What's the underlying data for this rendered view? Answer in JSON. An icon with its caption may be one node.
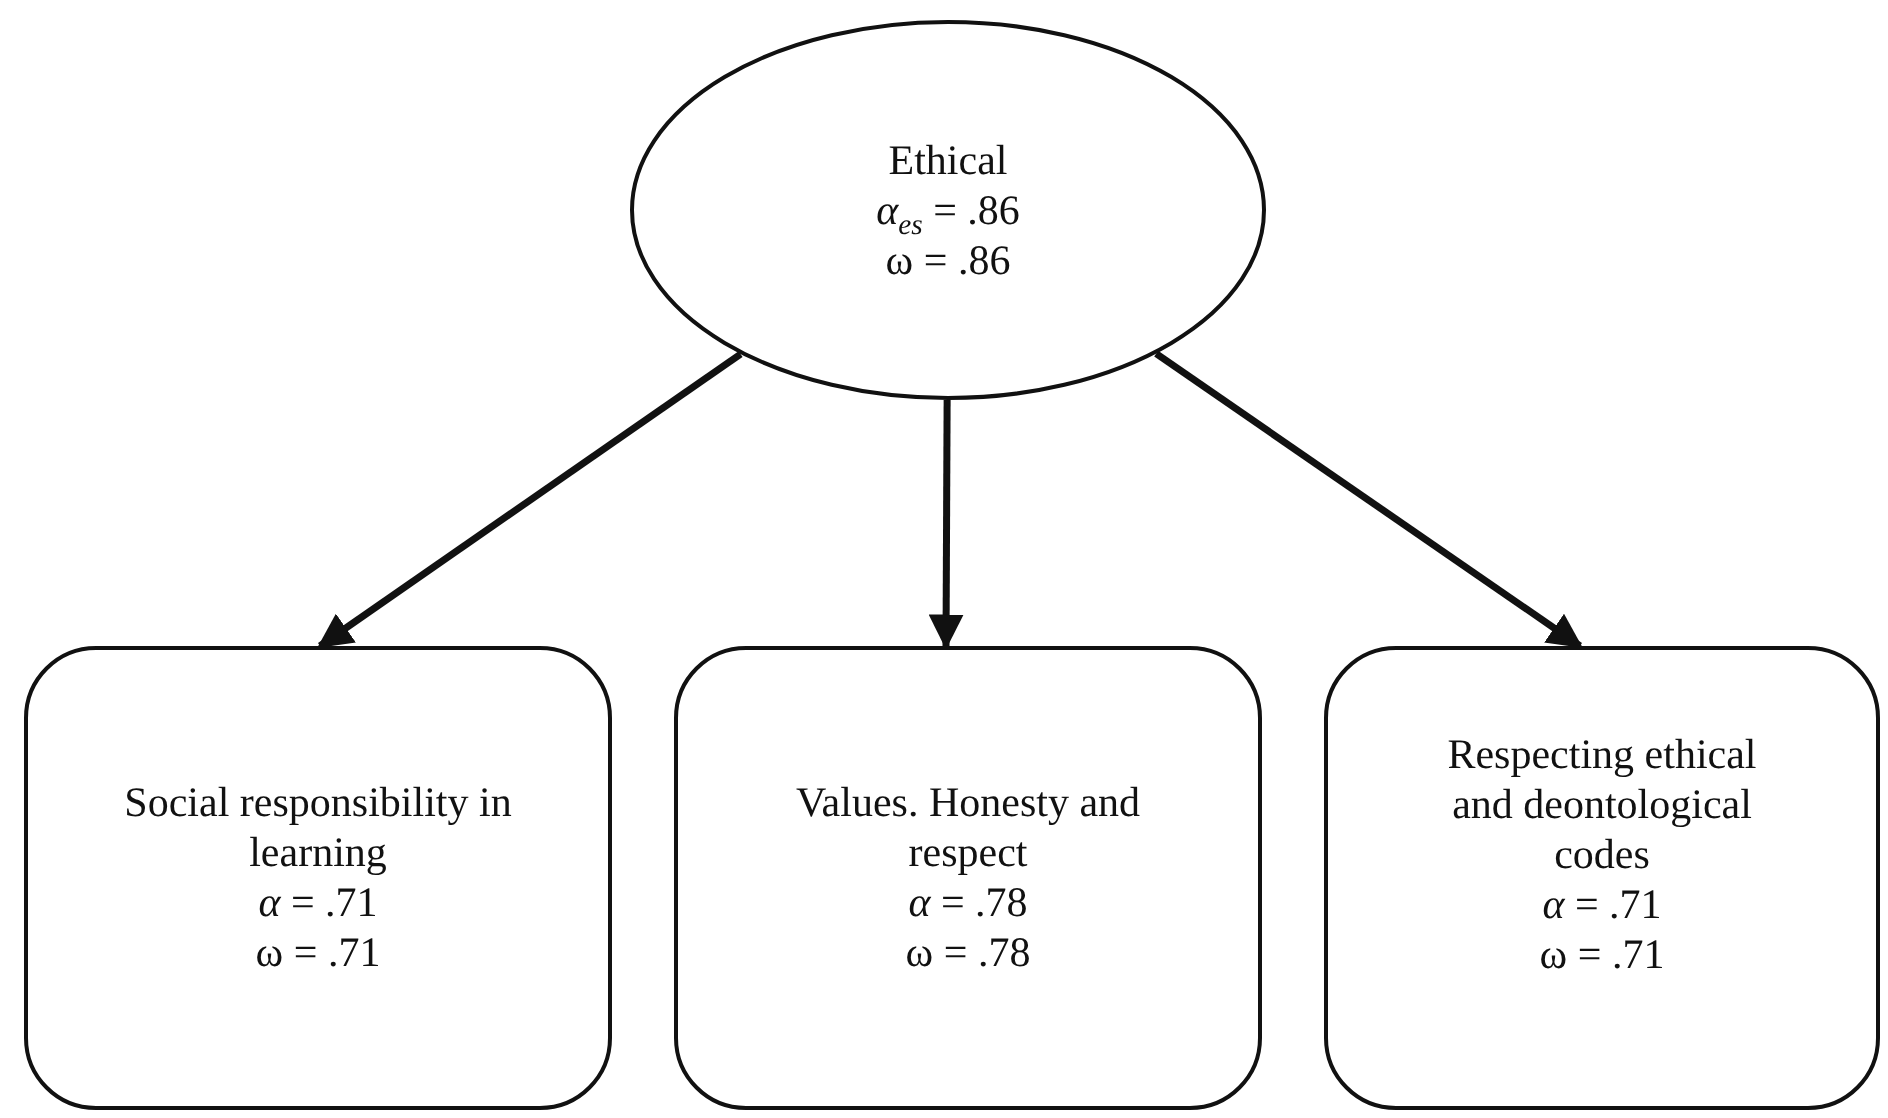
{
  "diagram": {
    "nodes": [
      {
        "text": [
          "Ethical",
          "*α*$_{es}$ = .86",
          "ω = .86"
        ]
      },
      {
        "text": [
          "Social responsibility in learning",
          "*α* = .71",
          "ω = .71"
        ]
      },
      {
        "text": [
          "Values. Honesty and respect",
          "*α* = .78",
          "ω = .78"
        ]
      },
      {
        "text": [
          "Respecting ethical and deontological codes",
          "*α* = .71",
          "ω = .71"
        ]
      }
    ],
    "edges": [
      {
        "from": 0,
        "to": 1,
        "arrow": "to"
      },
      {
        "from": 0,
        "to": 2,
        "arrow": "to"
      },
      {
        "from": 0,
        "to": 3,
        "arrow": "to"
      }
    ]
  }
}
